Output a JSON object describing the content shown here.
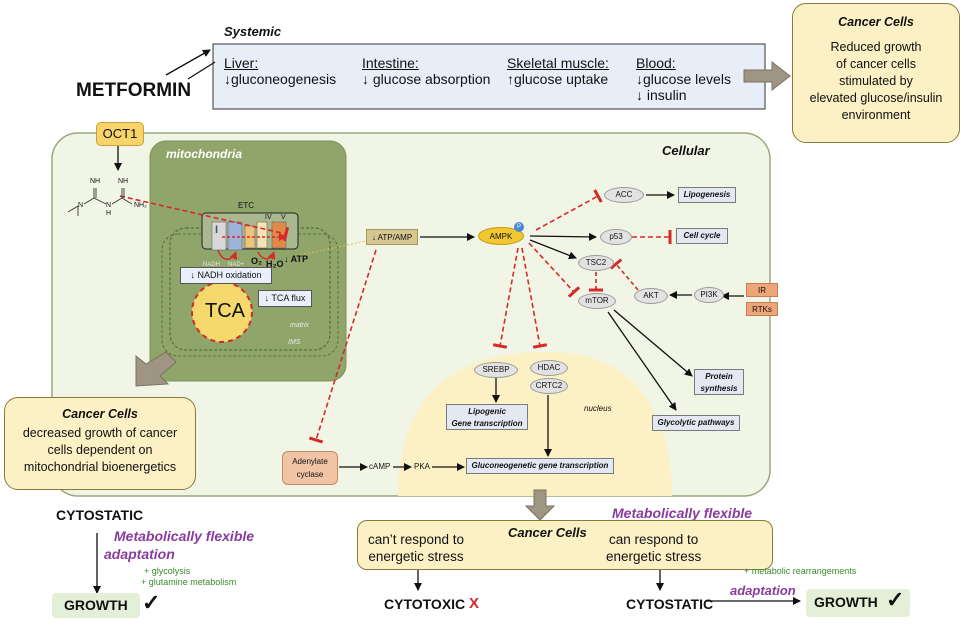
{
  "metformin": "METFORMIN",
  "oct1": "OCT1",
  "systemic": {
    "title": "Systemic",
    "organs": [
      {
        "organ": "Liver:",
        "effect": "↓gluconeogenesis"
      },
      {
        "organ": "Intestine:",
        "effect": "↓ glucose absorption"
      },
      {
        "organ": "Skeletal muscle:",
        "effect": "↑glucose uptake"
      },
      {
        "organ": "Blood:",
        "effect": "↓glucose levels",
        "effect2": "↓ insulin"
      }
    ]
  },
  "cancer_top": {
    "title": "Cancer Cells",
    "lines": [
      "Reduced growth",
      "of cancer cells",
      "stimulated by",
      "elevated glucose/insulin",
      "environment"
    ]
  },
  "cellular": "Cellular",
  "mito": {
    "title": "mitochondria",
    "etc": "ETC",
    "complex_iv": "IV",
    "complex_v": "V",
    "complex_i": "I",
    "nadh": "NADH",
    "nad": "NAD+",
    "o2": "O₂",
    "h2o": "H₂O",
    "atp": "↓ ATP",
    "nadh_ox": "↓ NADH oxidation",
    "tca_flux": "↓ TCA flux",
    "tca": "TCA",
    "matrix": "matrix",
    "ims": "IMS"
  },
  "molecule": {
    "nh_top_left": "NH",
    "nh_top_right": "NH",
    "n_left": "N",
    "n_mid": "N",
    "n_h": "H",
    "nh2": "NH₂"
  },
  "nodes": {
    "atp_amp": "↓ ATP/AMP",
    "ampk": "AMPK",
    "phos": "P",
    "acc": "ACC",
    "lipogenesis": "Lipogenesis",
    "p53": "p53",
    "cell_cycle": "Cell cycle",
    "tsc2": "TSC2",
    "mtor": "mTOR",
    "akt": "AKT",
    "pi3k": "PI3K",
    "ir": "IR",
    "rtks": "RTKs",
    "protein": "Protein",
    "synthesis": "synthesis",
    "glycolytic": "Glycolytic pathways",
    "srebp": "SREBP",
    "hdac": "HDAC",
    "crtc2": "CRTC2",
    "nucleus": "nucleus",
    "lipogenic1": "Lipogenic",
    "lipogenic2": "Gene transcription",
    "gluconeo": "Gluconeogenetic  gene transcription",
    "adenylate1": "Adenylate",
    "adenylate2": "cyclase",
    "camp": "cAMP",
    "pka": "PKA"
  },
  "cancer_left": {
    "title": "Cancer Cells",
    "lines": [
      "decreased growth of cancer",
      "cells dependent on",
      "mitochondrial bioenergetics"
    ]
  },
  "bottom_left": {
    "cytostatic": "CYTOSTATIC",
    "flex": "Metabolically flexible",
    "adaptation": "adaptation",
    "note1": "+ glycolysis",
    "note2": "+ glutamine metabolism",
    "growth": "GROWTH",
    "check": "✓"
  },
  "bottom_mid": {
    "flex": "Metabolically flexible",
    "title": "Cancer Cells",
    "left1": "can’t respond to",
    "left2": "energetic stress",
    "right1": "can respond to",
    "right2": "energetic stress",
    "cytotoxic": "CYTOTOXIC",
    "x": "X",
    "cytostatic": "CYTOSTATIC",
    "note": "+ metabolic rearrangements",
    "adaptation": "adaptation",
    "growth": "GROWTH",
    "check": "✓"
  },
  "colors": {
    "cell_fill": "#f1f5e6",
    "mito_fill": "#8fa56a",
    "inhibit": "#d42a2a",
    "purple": "#8a3c9e",
    "green_text": "#3a8a2a"
  }
}
